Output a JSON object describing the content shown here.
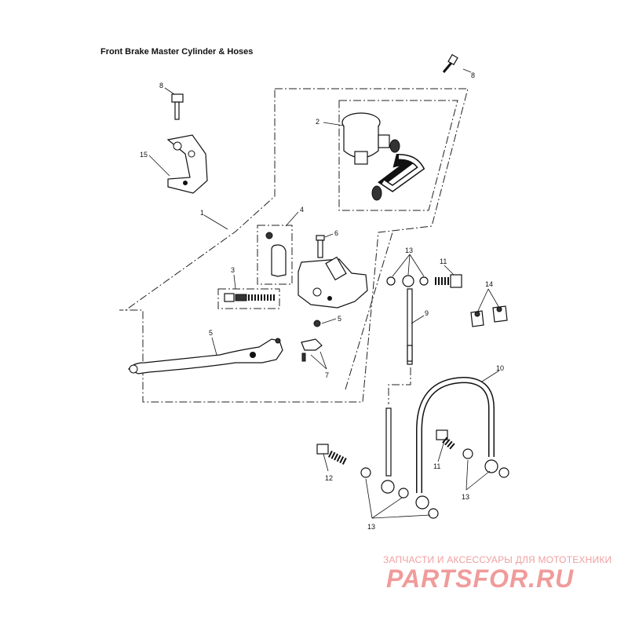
{
  "diagram": {
    "title": "Front Brake Master Cylinder & Hoses",
    "callouts": {
      "c1": "1",
      "c2": "2",
      "c3": "3",
      "c4": "4",
      "c5a": "5",
      "c5b": "5",
      "c6": "6",
      "c7": "7",
      "c8a": "8",
      "c8b": "8",
      "c9": "9",
      "c10": "10",
      "c11a": "11",
      "c11b": "11",
      "c12": "12",
      "c13a": "13",
      "c13b": "13",
      "c13c": "13",
      "c14": "14",
      "c15": "15"
    }
  },
  "watermark": {
    "tagline": "ЗАПЧАСТИ И АКСЕССУАРЫ ДЛЯ МОТОТЕХНИКИ",
    "logo_text": "PARTSFOR.RU",
    "color": "#e54b4b"
  }
}
